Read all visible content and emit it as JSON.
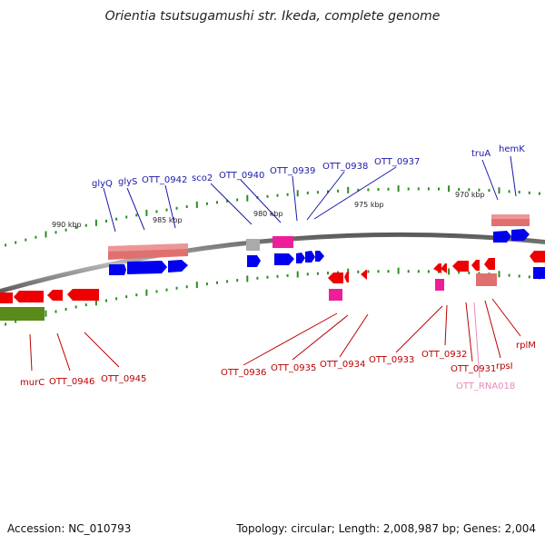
{
  "title": "Orientia tsutsugamushi str. Ikeda, complete genome",
  "footer": {
    "accession": "Accession: NC_010793",
    "summary": "Topology: circular; Length: 2,008,987 bp; Genes: 2,004"
  },
  "colors": {
    "forward_gene": "#0000ee",
    "reverse_gene": "#ee0000",
    "rrna": "#e07070",
    "trna": "#ee1e9a",
    "misc_gray": "#aaaaaa",
    "olive": "#5a8a1a",
    "upper_label": "#1a1aaa",
    "lower_label": "#bb0000",
    "rna_label": "#e88ab8",
    "tick_mark": "#2e8b22",
    "backbone": "#808080"
  },
  "scale_labels": [
    {
      "id": "990",
      "text": "990 kbp"
    },
    {
      "id": "985",
      "text": "985 kbp"
    },
    {
      "id": "980",
      "text": "980 kbp"
    },
    {
      "id": "975",
      "text": "975 kbp"
    },
    {
      "id": "970",
      "text": "970 kbp"
    }
  ],
  "upper_labels": [
    {
      "id": "glyQ",
      "text": "glyQ"
    },
    {
      "id": "glyS",
      "text": "glyS"
    },
    {
      "id": "OTT_0942",
      "text": "OTT_0942"
    },
    {
      "id": "sco2",
      "text": "sco2"
    },
    {
      "id": "OTT_0940",
      "text": "OTT_0940"
    },
    {
      "id": "OTT_0939",
      "text": "OTT_0939"
    },
    {
      "id": "OTT_0938",
      "text": "OTT_0938"
    },
    {
      "id": "OTT_0937",
      "text": "OTT_0937"
    },
    {
      "id": "truA",
      "text": "truA"
    },
    {
      "id": "hemK",
      "text": "hemK"
    }
  ],
  "lower_labels": [
    {
      "id": "murC",
      "text": "murC"
    },
    {
      "id": "OTT_0946",
      "text": "OTT_0946"
    },
    {
      "id": "OTT_0945",
      "text": "OTT_0945"
    },
    {
      "id": "OTT_0936",
      "text": "OTT_0936"
    },
    {
      "id": "OTT_0935",
      "text": "OTT_0935"
    },
    {
      "id": "OTT_0934",
      "text": "OTT_0934"
    },
    {
      "id": "OTT_0933",
      "text": "OTT_0933"
    },
    {
      "id": "OTT_0932",
      "text": "OTT_0932"
    },
    {
      "id": "OTT_0931",
      "text": "OTT_0931"
    },
    {
      "id": "rpsI",
      "text": "rpsI"
    },
    {
      "id": "rplM",
      "text": "rplM"
    },
    {
      "id": "OTT_RNA018",
      "text": "OTT_RNA018"
    }
  ]
}
